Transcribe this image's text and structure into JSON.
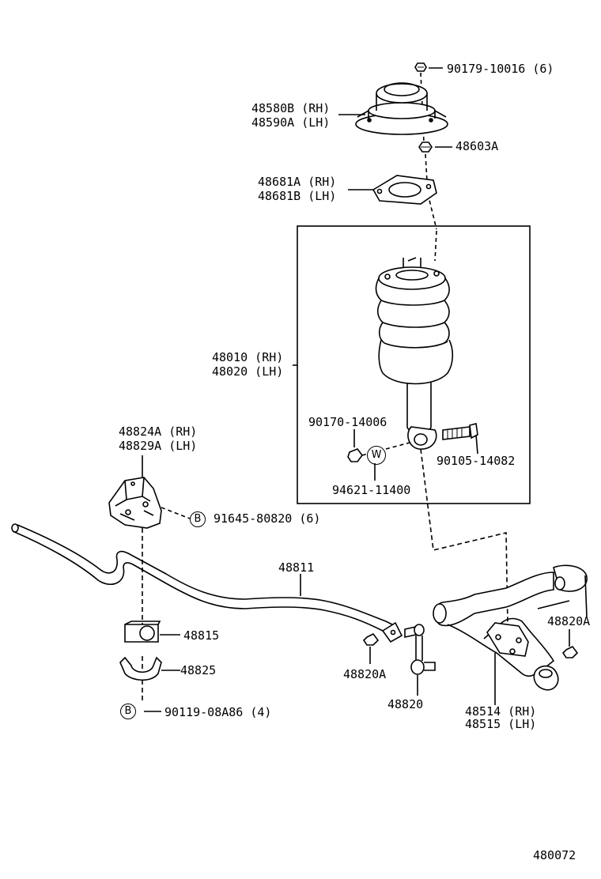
{
  "labels": {
    "p90179": "90179-10016 (6)",
    "p48580b": "48580B (RH)",
    "p48590a": "48590A (LH)",
    "p48603a": "48603A",
    "p48681a": "48681A (RH)",
    "p48681b": "48681B (LH)",
    "p48010": "48010 (RH)",
    "p48020": "48020 (LH)",
    "p90170": "90170-14006",
    "p90105": "90105-14082",
    "p94621": "94621-11400",
    "p48824a": "48824A (RH)",
    "p48829a": "48829A (LH)",
    "p91645": "91645-80820 (6)",
    "p48811": "48811",
    "p48815": "48815",
    "p48825": "48825",
    "p90119": "90119-08A86 (4)",
    "p48820a_left": "48820A",
    "p48820": "48820",
    "p48820a_right": "48820A",
    "p48514": "48514 (RH)",
    "p48515": "48515 (LH)",
    "diagram_id": "480072"
  },
  "symbols": {
    "b_marker": "B",
    "w_marker": "W"
  }
}
